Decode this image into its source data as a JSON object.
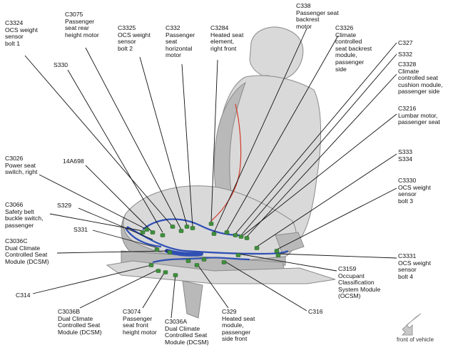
{
  "colors": {
    "seat_fill": "#d9d9d9",
    "seat_shade": "#b9b9b9",
    "seat_outline": "#8a8a8a",
    "harness_blue": "#2f4fb5",
    "connector_green": "#3f8f3c",
    "heater_red": "#d23a2a",
    "leader_line": "#111111"
  },
  "labels": {
    "c3324": "C3324\nOCS weight\nsensor\nbolt 1",
    "c3075": "C3075\nPassenger\nseat rear\nheight motor",
    "c3325": "C3325\nOCS weight\nsensor\nbolt 2",
    "c332": "C332\nPassenger\nseat\nhorizontal\nmotor",
    "c3284": "C3284\nHeated seat\nelement,\nright front",
    "c338": "C338\nPassenger seat\nbackrest\nmotor",
    "c3326": "C3326\nClimate\ncontrolled\nseat backrest\nmodule,\npassenger\nside",
    "c327": "C327",
    "s332": "S332",
    "c3328": "C3328\nClimate\ncontrolled seat\ncushion module,\npassenger side",
    "s330": "S330",
    "c3216": "C3216\nLumbar motor,\npassenger seat",
    "c3026": "C3026\nPower seat\nswitch, right",
    "p14a698": "14A698",
    "s333": "S333\nS334",
    "c3066": "C3066\nSafety belt\nbuckle switch,\npassenger",
    "s329": "S329",
    "c3330": "C3330\nOCS weight\nsensor\nbolt 3",
    "s331": "S331",
    "c3036c": "C3036C\nDual Climate\nControlled Seat\nModule (DCSM)",
    "c3331": "C3331\nOCS weight\nsensor\nbolt 4",
    "c3159": "C3159\nOccupant\nClassification\nSystem Module\n(OCSM)",
    "c314": "C314",
    "c3036b": "C3036B\nDual Climate\nControlled Seat\nModule (DCSM)",
    "c3074": "C3074\nPassenger\nseat front\nheight motor",
    "c3036a": "C3036A\nDual Climate\nControlled Seat\nModule (DCSM)",
    "c329": "C329\nHeated seat\nmodule,\npassenger\nside front",
    "c316": "C316",
    "front_of_vehicle": "front of vehicle"
  },
  "icons": {
    "direction": "front-of-vehicle-arrow-icon"
  }
}
